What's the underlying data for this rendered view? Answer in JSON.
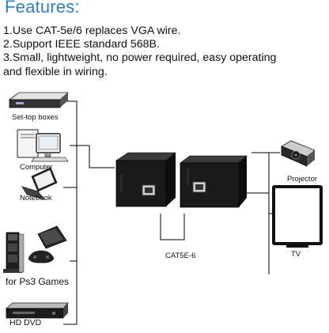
{
  "header": {
    "title": "Features:",
    "features": [
      "1.Use CAT-5e/6 replaces VGA wire.",
      "2.Support IEEE standard 568B.",
      "3.Small, lightweight, no power required, easy operating",
      "and flexible in wiring."
    ]
  },
  "diagram": {
    "sources": [
      "Set-top boxes",
      "Computer",
      "Notebook",
      "for Ps3 Games",
      "HD DVD"
    ],
    "cable_label": "CAT5E-6",
    "outputs": [
      "Projector",
      "TV"
    ],
    "colors": {
      "line": "#000000",
      "extender_body": "#1a1a1a",
      "title": "#2f7fc1"
    }
  }
}
